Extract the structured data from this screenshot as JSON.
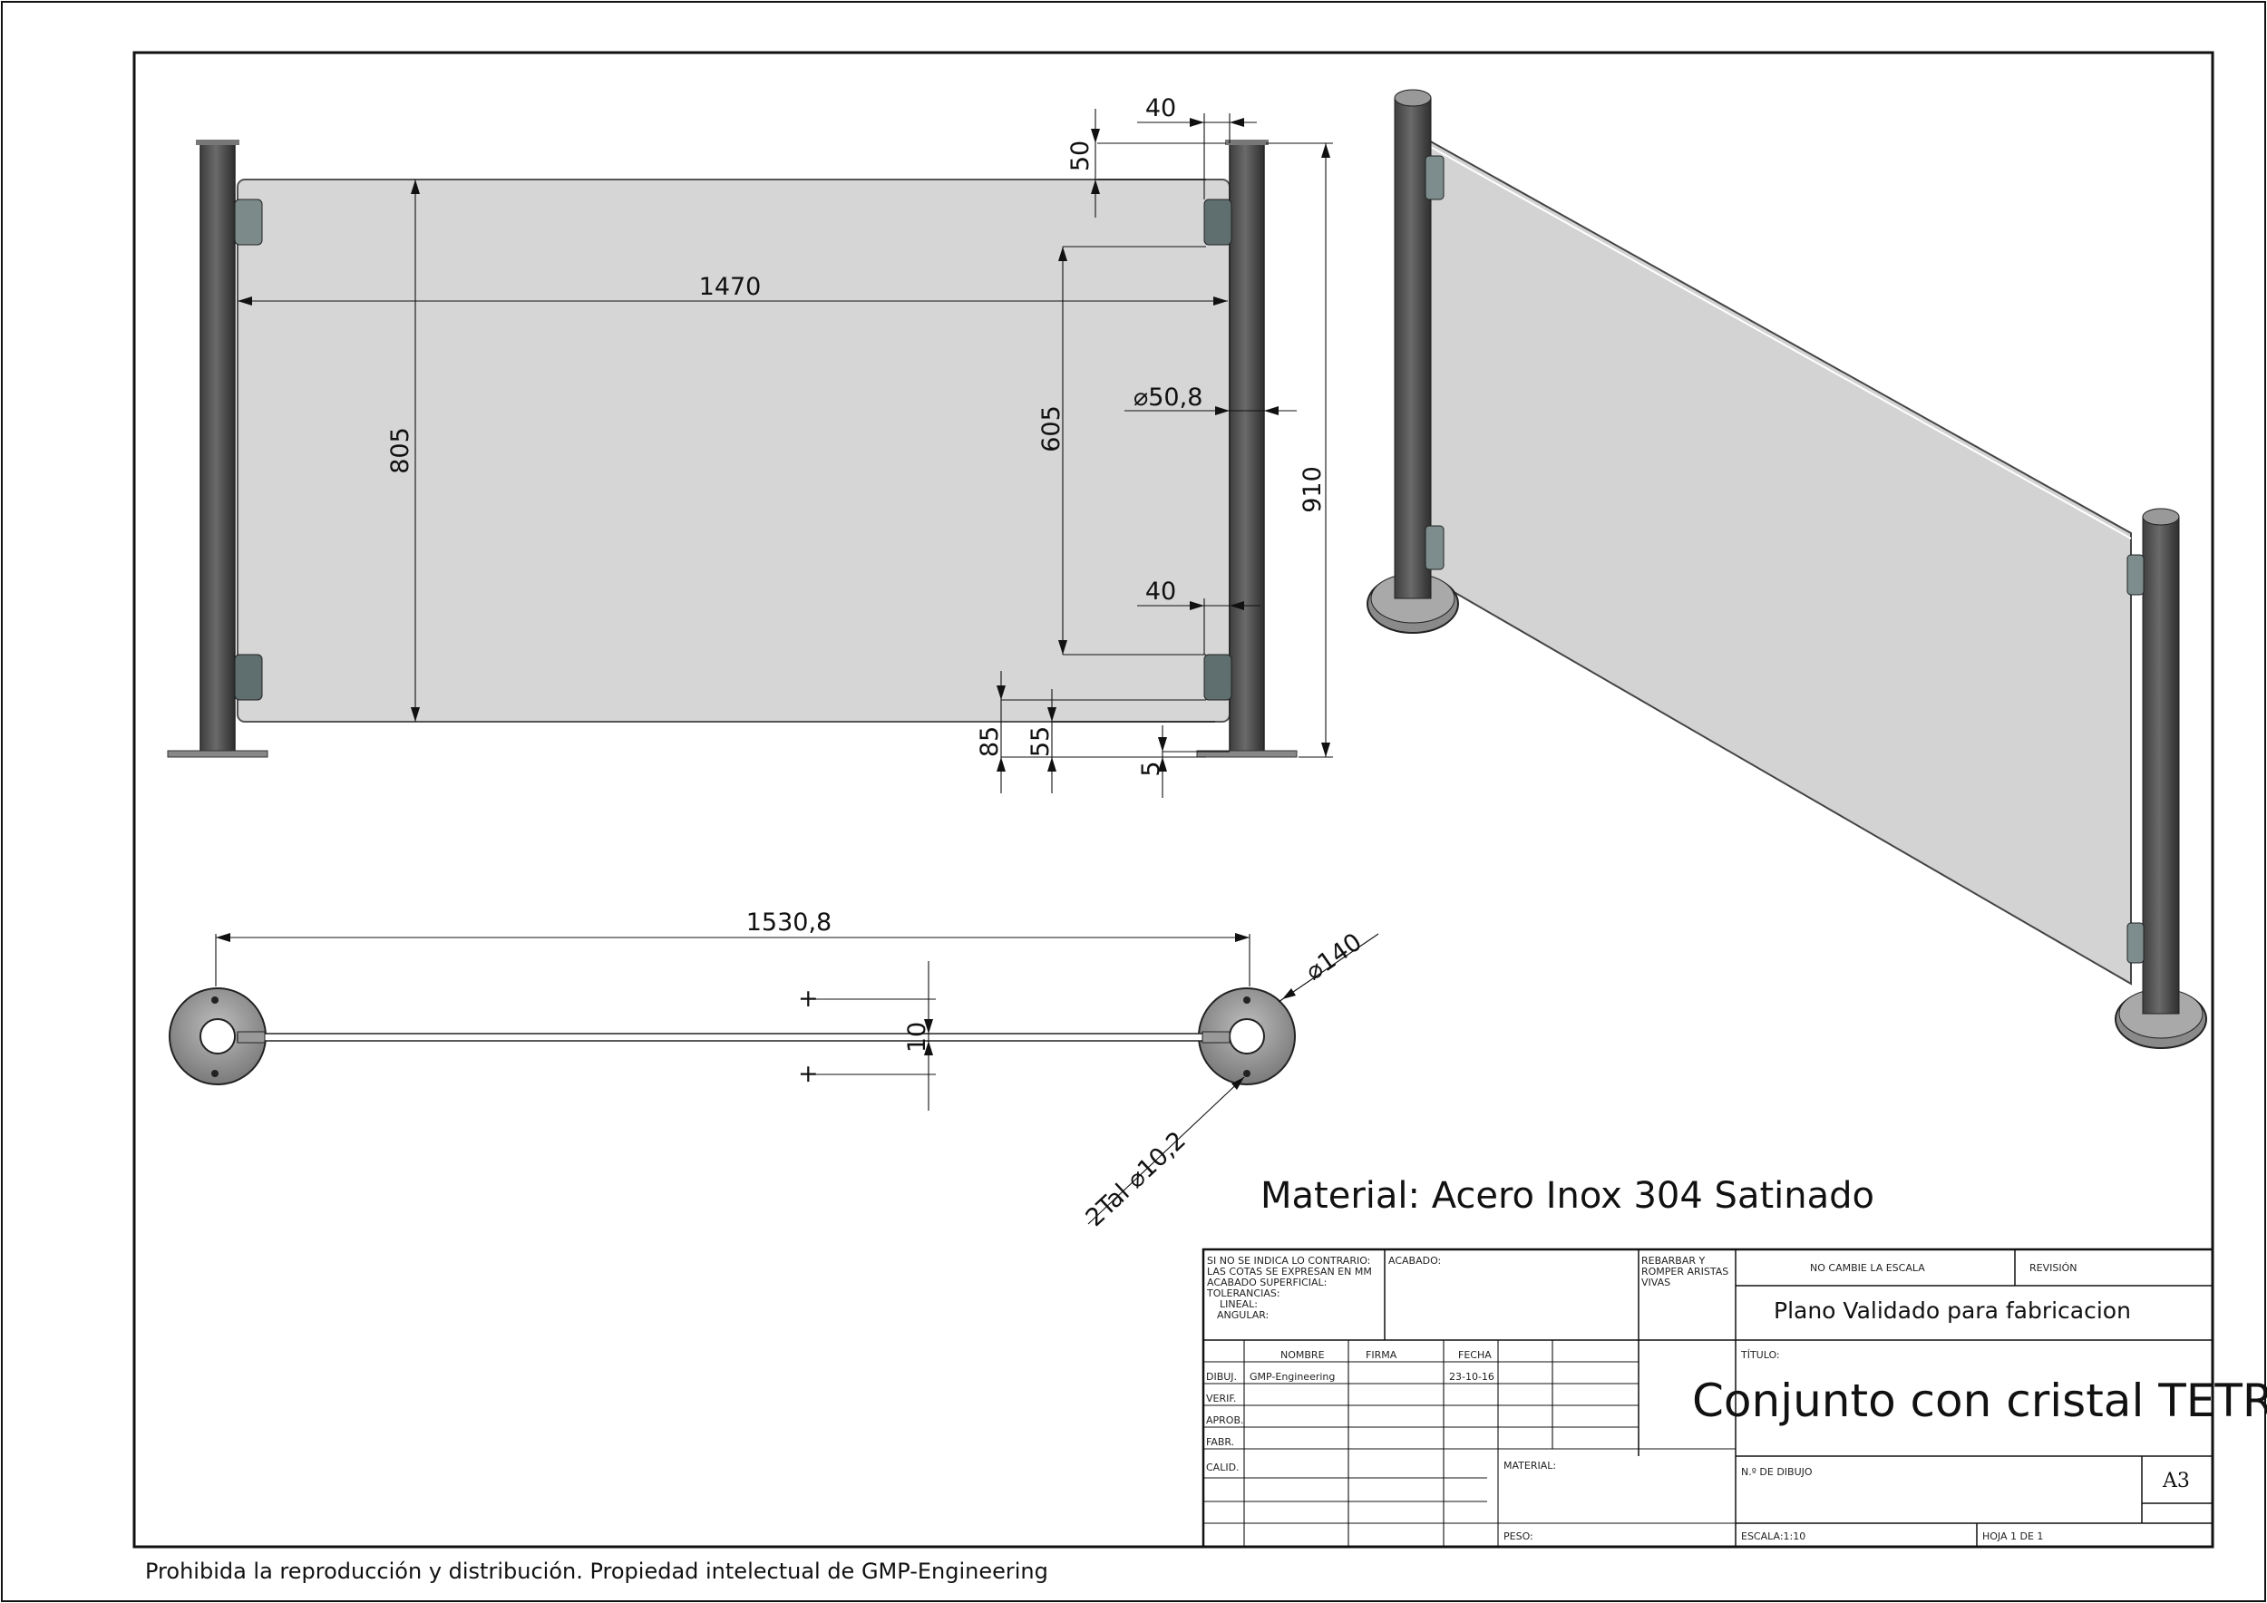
{
  "dimensions": {
    "width_total": "1470",
    "height_glass": "805",
    "clip_spacing": "605",
    "post_diameter": "⌀50,8",
    "total_height": "910",
    "top_offset": "50",
    "clip_width_top": "40",
    "clip_width_bottom": "40",
    "bottom_offset_85": "85",
    "bottom_offset_55": "55",
    "base_gap": "5",
    "plan_width": "1530,8",
    "base_diameter": "⌀140",
    "glass_thickness": "10",
    "holes": "2Tal ⌀10,2"
  },
  "material_note": "Material: Acero Inox 304 Satinado",
  "footer_note": "Prohibida la reproducción y distribución. Propiedad intelectual de GMP-Engineering",
  "title_block": {
    "general_notes": [
      "SI NO SE INDICA LO CONTRARIO:",
      "LAS COTAS SE EXPRESAN EN MM",
      "ACABADO SUPERFICIAL:",
      "TOLERANCIAS:",
      "LINEAL:",
      "ANGULAR:"
    ],
    "acabado": "ACABADO:",
    "rebarbar": [
      "REBARBAR Y",
      "ROMPER ARISTAS",
      "VIVAS"
    ],
    "no_scale": "NO CAMBIE LA ESCALA",
    "revision": "REVISIÓN",
    "validated": "Plano Validado para fabricacion",
    "titulo_label": "TÍTULO:",
    "title": "Conjunto con cristal TETRIS",
    "col_nombre": "NOMBRE",
    "col_firma": "FIRMA",
    "col_fecha": "FECHA",
    "rows": [
      "DIBUJ.",
      "VERIF.",
      "APROB.",
      "FABR.",
      "CALID."
    ],
    "dibuj_nombre": "GMP-Engineering",
    "dibuj_fecha": "23-10-16",
    "material_label": "MATERIAL:",
    "drawing_no_label": "N.º DE DIBUJO",
    "sheet_size": "A3",
    "peso_label": "PESO:",
    "escala": "ESCALA:1:10",
    "hoja": "HOJA 1 DE 1"
  }
}
